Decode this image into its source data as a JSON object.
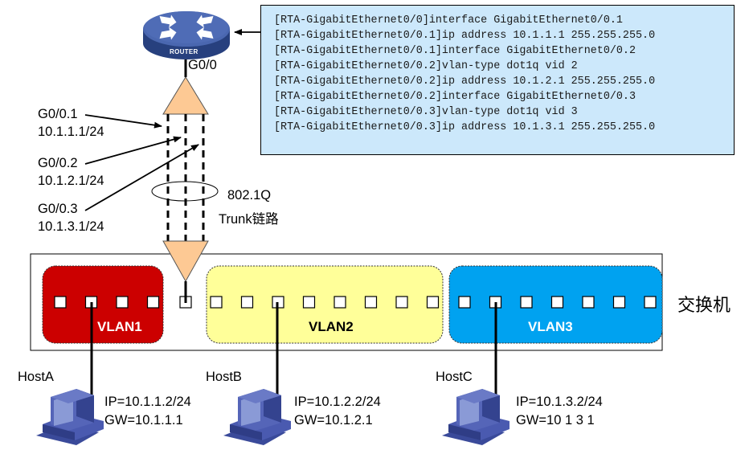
{
  "router": {
    "name": "ROUTER",
    "icon": "router-icon",
    "port_label": "G0/0"
  },
  "cli_config": {
    "lines": [
      "[RTA-GigabitEthernet0/0]interface GigabitEthernet0/0.1",
      "[RTA-GigabitEthernet0/0.1]ip address 10.1.1.1 255.255.255.0",
      "[RTA-GigabitEthernet0/0.1]interface GigabitEthernet0/0.2",
      "[RTA-GigabitEthernet0/0.2]vlan-type dot1q vid 2",
      "[RTA-GigabitEthernet0/0.2]ip address 10.1.2.1 255.255.255.0",
      "[RTA-GigabitEthernet0/0.2]interface GigabitEthernet0/0.3",
      "[RTA-GigabitEthernet0/0.3]vlan-type dot1q vid 3",
      "[RTA-GigabitEthernet0/0.3]ip address 10.1.3.1 255.255.255.0"
    ]
  },
  "subinterfaces": [
    {
      "name": "G0/0.1",
      "ip": "10.1.1.1/24"
    },
    {
      "name": "G0/0.2",
      "ip": "10.1.2.1/24"
    },
    {
      "name": "G0/0.3",
      "ip": "10.1.3.1/24"
    }
  ],
  "trunk": {
    "line1": "802.1Q",
    "line2": "Trunk链路"
  },
  "switch": {
    "label": "交换机",
    "vlans": [
      {
        "name": "VLAN1",
        "color": "#cc0000",
        "text_color": "#ffffff",
        "ports": 4
      },
      {
        "name": "VLAN2",
        "color": "#ffff99",
        "text_color": "#000000",
        "ports": 8
      },
      {
        "name": "VLAN3",
        "color": "#00a2f0",
        "text_color": "#ffffff",
        "ports": 7
      }
    ]
  },
  "hosts": [
    {
      "name": "HostA",
      "ip": "IP=10.1.1.2/24",
      "gw": "GW=10.1.1.1",
      "icon": "pc-icon"
    },
    {
      "name": "HostB",
      "ip": "IP=10.1.2.2/24",
      "gw": "GW=10.1.2.1",
      "icon": "pc-icon"
    },
    {
      "name": "HostC",
      "ip": "IP=10.1.3.2/24",
      "gw": "GW=10 1 3 1",
      "icon": "pc-icon"
    }
  ],
  "colors": {
    "cli_background": "#cce8fb",
    "trunk_triangle": "#fdc994",
    "router_blue": "#3d58a0",
    "pc_blue": "#4a5aa8"
  }
}
